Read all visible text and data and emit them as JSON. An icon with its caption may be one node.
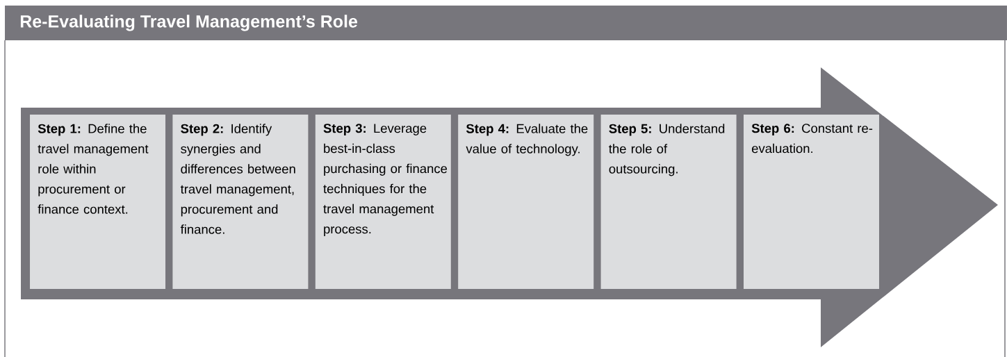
{
  "diagram": {
    "title": "Re-Evaluating Travel Management’s Role",
    "nodes": [
      {
        "text": [
          "**Step 1:** Define the travel management role within procurement or finance context."
        ]
      },
      {
        "text": [
          "**Step 2:** Identify synergies and differences between travel management, procurement and finance."
        ]
      },
      {
        "text": [
          "**Step 3:** Leverage best-in-class purchasing or finance techniques for the travel management process."
        ]
      },
      {
        "text": [
          "**Step 4:** Evaluate the value of technology."
        ]
      },
      {
        "text": [
          "**Step 5:** Understand the role of outsourcing."
        ]
      },
      {
        "text": [
          "**Step 6:** Constant re-evaluation."
        ]
      }
    ]
  }
}
